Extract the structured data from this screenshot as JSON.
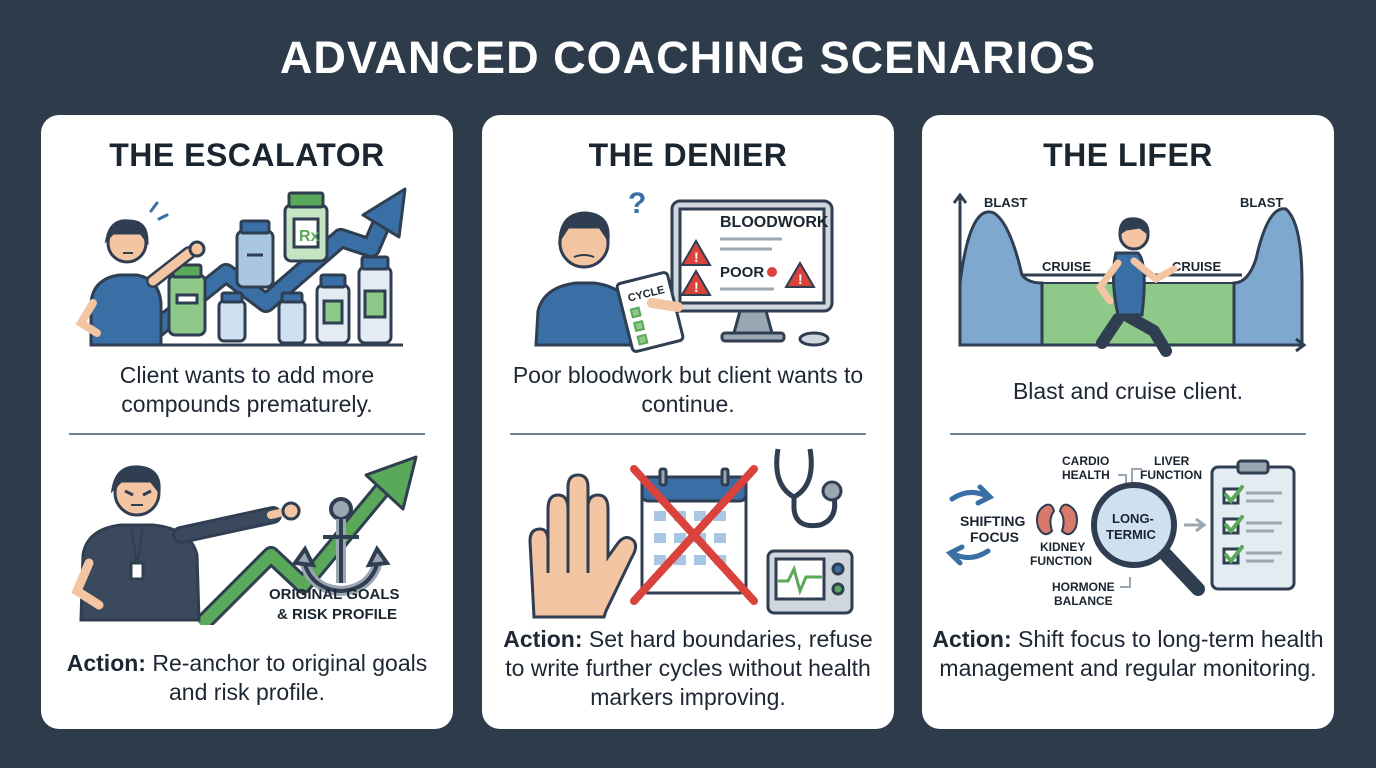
{
  "title": "ADVANCED COACHING SCENARIOS",
  "colors": {
    "background": "#2d3b4b",
    "card": "#ffffff",
    "accent_blue": "#3a6fa5",
    "accent_green": "#5aa85a",
    "alert_red": "#d9433c",
    "dark_navy": "#2f3e51"
  },
  "cards": [
    {
      "title": "THE ESCALATOR",
      "description": "Client wants to add more compounds prematurely.",
      "action_label": "Action:",
      "action_text": " Re-anchor to original goals and risk profile.",
      "illustration_labels": {
        "bottle_rx": "Rx",
        "goals_line1": "ORIGINAL GOALS",
        "goals_line2": "& RISK PROFILE"
      },
      "icons": [
        "person-pointing-icon",
        "rising-arrow-icon",
        "medicine-bottle-icon",
        "coach-pointing-icon",
        "anchor-icon",
        "green-arrow-icon"
      ]
    },
    {
      "title": "THE DENIER",
      "description": "Poor bloodwork but client wants to continue.",
      "action_label": "Action:",
      "action_text": " Set hard boundaries, refuse to write further cycles without health markers improving.",
      "illustration_labels": {
        "question": "?",
        "monitor_line1": "BLOODWORK",
        "monitor_line2": "POOR",
        "clipboard": "CYCLE"
      },
      "icons": [
        "confused-person-icon",
        "monitor-icon",
        "warning-icon",
        "stop-hand-icon",
        "crossed-calendar-icon",
        "stethoscope-icon"
      ]
    },
    {
      "title": "THE LIFER",
      "description": "Blast and cruise client.",
      "action_label": "Action:",
      "action_text": " Shift focus to long-term health management and regular monitoring.",
      "illustration_labels": {
        "blast_left": "BLAST",
        "blast_right": "BLAST",
        "cruise_left": "CRUISE",
        "cruise_right": "CRUISE",
        "shifting_line1": "SHIFTING",
        "shifting_line2": "FOCUS",
        "cardio_line1": "CARDIO",
        "cardio_line2": "HEALTH",
        "liver_line1": "LIVER",
        "liver_line2": "FUNCTION",
        "kidney_line1": "KIDNEY",
        "kidney_line2": "FUNCTION",
        "hormone_line1": "HORMONE",
        "hormone_line2": "BALANCE",
        "lens_line1": "LONG-",
        "lens_line2": "TERMIC"
      },
      "icons": [
        "running-person-icon",
        "blast-cruise-chart-icon",
        "cycle-arrows-icon",
        "kidney-icon",
        "magnifier-icon",
        "checklist-icon"
      ]
    }
  ]
}
